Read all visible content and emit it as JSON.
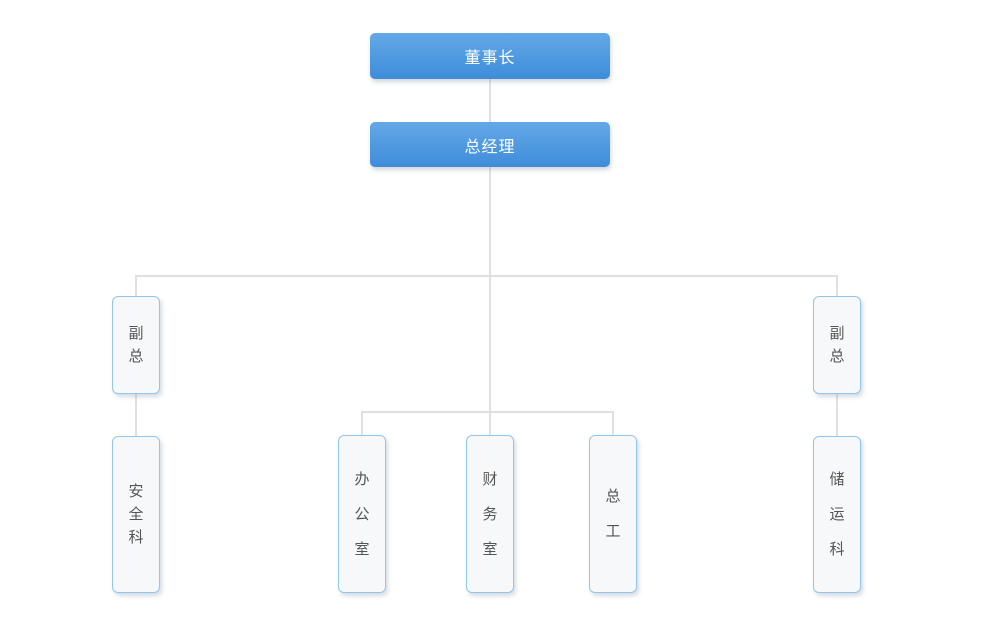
{
  "diagram": {
    "type": "org-chart",
    "background": "#ffffff",
    "colors": {
      "primary_node_gradient_top": "#64a9e7",
      "primary_node_gradient_bottom": "#3e8cda",
      "primary_node_text": "#ffffff",
      "dept_node_bg": "#f7f8f9",
      "dept_node_border": "#92c5ed",
      "dept_node_text": "#555555",
      "connector_line": "#e0e0e0"
    },
    "nodes": {
      "chairman": {
        "label": "董事长"
      },
      "general_manager": {
        "label": "总经理"
      },
      "vice_left": {
        "label": "副总"
      },
      "vice_right": {
        "label": "副总"
      },
      "safety_section": {
        "label": "安全科"
      },
      "office": {
        "label": "办公室"
      },
      "finance_office": {
        "label": "财务室"
      },
      "chief_engineer": {
        "label": "总工"
      },
      "storage_section": {
        "label": "储运科"
      }
    },
    "edges": [
      {
        "from": "chairman",
        "to": "general_manager"
      },
      {
        "from": "general_manager",
        "to": "vice_left"
      },
      {
        "from": "general_manager",
        "to": "vice_right"
      },
      {
        "from": "general_manager",
        "to": "office"
      },
      {
        "from": "general_manager",
        "to": "finance_office"
      },
      {
        "from": "general_manager",
        "to": "chief_engineer"
      },
      {
        "from": "vice_left",
        "to": "safety_section"
      },
      {
        "from": "vice_right",
        "to": "storage_section"
      }
    ]
  }
}
